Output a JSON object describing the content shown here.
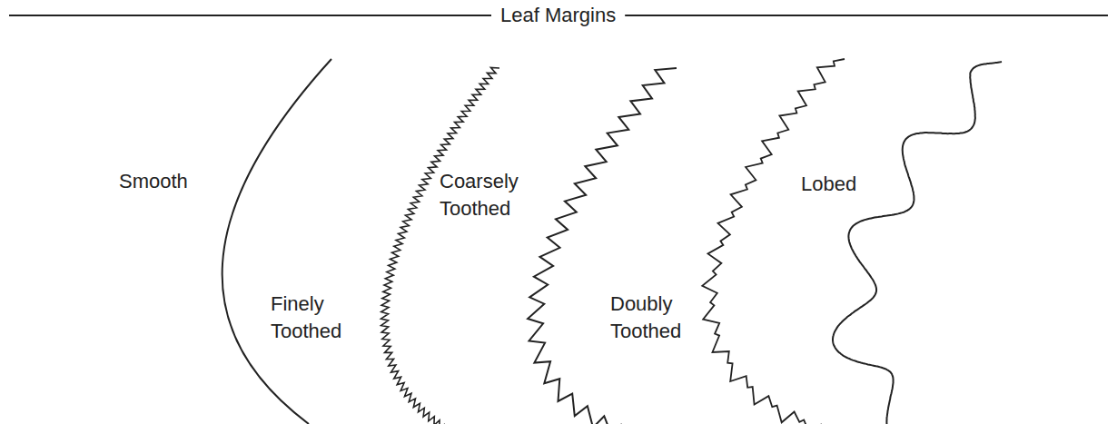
{
  "diagram": {
    "title": "Leaf Margins",
    "labels": [
      "Smooth",
      "Finely Toothed",
      "Coarsely Toothed",
      "Doubly Toothed",
      "Lobed"
    ]
  }
}
